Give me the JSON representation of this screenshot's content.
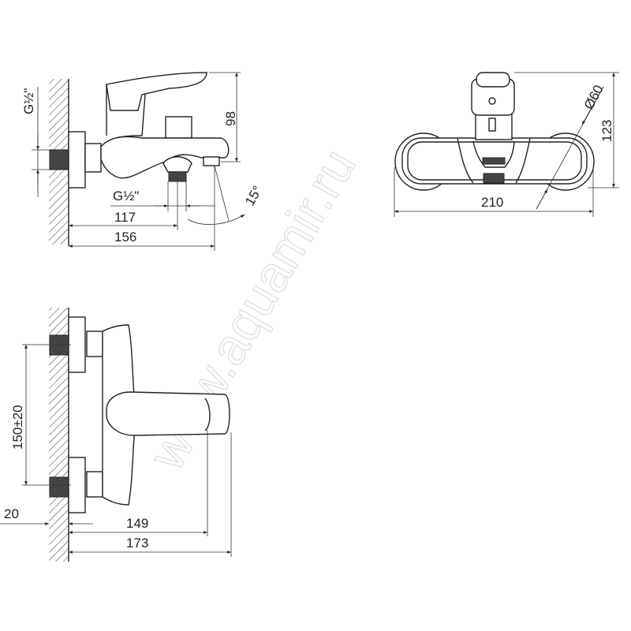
{
  "watermark": "www.aquamir.ru",
  "side_view": {
    "thread_left": "G½\"",
    "thread_bottom": "G½\"",
    "height": "98",
    "dim_outlet": "117",
    "dim_depth": "156",
    "angle": "15°"
  },
  "front_view": {
    "width": "210",
    "height": "123",
    "diameter": "Ø60"
  },
  "bottom_view": {
    "spacing": "150±20",
    "wall_offset": "20",
    "dim_lever": "149",
    "dim_total": "173"
  }
}
